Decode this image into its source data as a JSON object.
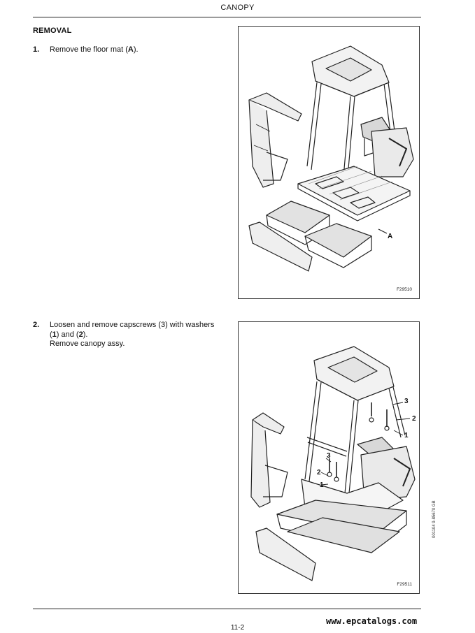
{
  "header": {
    "title": "CANOPY"
  },
  "section": {
    "heading": "REMOVAL"
  },
  "steps": [
    {
      "number": "1.",
      "text_before": "Remove the floor mat (",
      "bold": "A",
      "text_after": ")."
    },
    {
      "number": "2.",
      "line1": "Loosen and remove capscrews (3) with washers",
      "line2_prefix": "(",
      "line2_b1": "1",
      "line2_mid": ") and (",
      "line2_b2": "2",
      "line2_suffix": ").",
      "line3": "Remove canopy assy."
    }
  ],
  "figures": [
    {
      "code": "F29510",
      "callouts": [
        "A"
      ]
    },
    {
      "code": "F29511",
      "callouts": [
        "3",
        "2",
        "1",
        "3",
        "2",
        "1"
      ]
    }
  ],
  "side_ref": "001104 9-85670 GB",
  "footer": {
    "page_number": "11-2"
  },
  "watermark": "www.epcatalogs.com"
}
